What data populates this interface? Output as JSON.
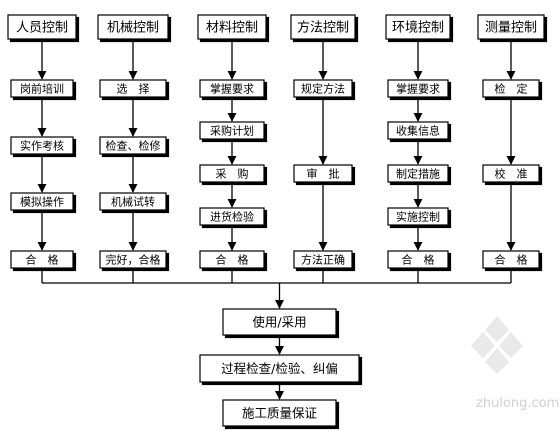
{
  "diagram": {
    "columns": [
      {
        "header": "人员控制",
        "steps": [
          "岗前培训",
          "实作考核",
          "模拟操作",
          "合　格"
        ]
      },
      {
        "header": "机械控制",
        "steps": [
          "选　择",
          "检查、检修",
          "机械试转",
          "完好，合格"
        ]
      },
      {
        "header": "材料控制",
        "steps": [
          "掌握要求",
          "采购计划",
          "采　购",
          "进货检验",
          "合　格"
        ]
      },
      {
        "header": "方法控制",
        "steps": [
          "规定方法",
          "审　批",
          "方法正确"
        ]
      },
      {
        "header": "环境控制",
        "steps": [
          "掌握要求",
          "收集信息",
          "制定措施",
          "实施控制",
          "合　格"
        ]
      },
      {
        "header": "测量控制",
        "steps": [
          "检　定",
          "校　准",
          "合　格"
        ]
      }
    ],
    "bottom": [
      "使用/采用",
      "过程检查/检验、纠偏",
      "施工质量保证"
    ]
  },
  "watermark": {
    "text": "zhulong.com"
  }
}
